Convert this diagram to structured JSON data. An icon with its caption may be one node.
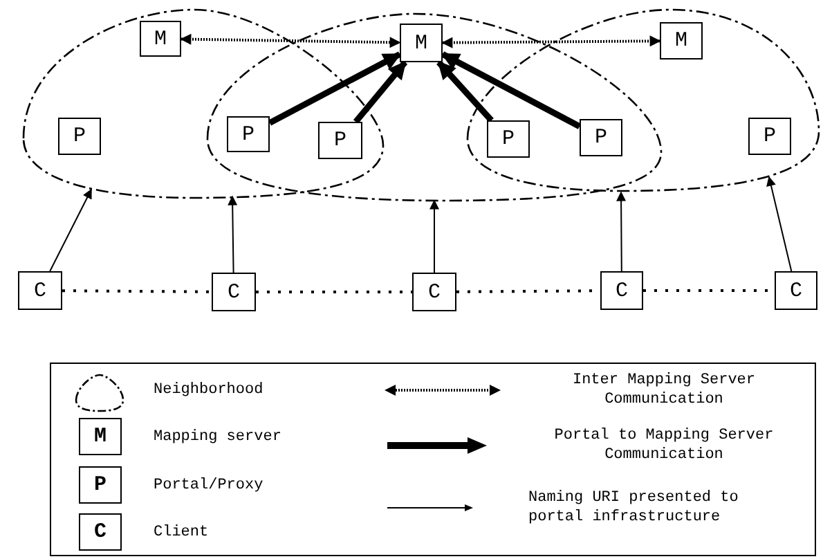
{
  "diagram": {
    "nodes": [
      {
        "text": [],
        "shape": "ellipse"
      },
      {
        "text": [],
        "shape": "ellipse"
      },
      {
        "text": [],
        "shape": "ellipse"
      },
      {
        "text": [
          "M"
        ],
        "in": 0
      },
      {
        "text": [
          "M"
        ],
        "in": 1
      },
      {
        "text": [
          "M"
        ],
        "in": 2
      },
      {
        "text": [
          "P"
        ],
        "in": 0
      },
      {
        "text": [
          "P"
        ]
      },
      {
        "text": [
          "P"
        ]
      },
      {
        "text": [
          "P"
        ]
      },
      {
        "text": [
          "P"
        ]
      },
      {
        "text": [
          "P"
        ],
        "in": 2
      },
      {
        "text": [
          "C"
        ]
      },
      {
        "text": [
          "C"
        ]
      },
      {
        "text": [
          "C"
        ]
      },
      {
        "text": [
          "C"
        ]
      },
      {
        "text": [
          "C"
        ]
      }
    ],
    "edges": [
      {
        "from": 3,
        "to": 4,
        "arrow": "both",
        "style": "dashed"
      },
      {
        "from": 4,
        "to": 5,
        "arrow": "both",
        "style": "dashed"
      },
      {
        "from": 7,
        "to": 4,
        "arrow": "to",
        "style": "thick"
      },
      {
        "from": 8,
        "to": 4,
        "arrow": "to",
        "style": "thick"
      },
      {
        "from": 9,
        "to": 4,
        "arrow": "to",
        "style": "thick"
      },
      {
        "from": 10,
        "to": 4,
        "arrow": "to",
        "style": "thick"
      },
      {
        "from": 12,
        "to": 13,
        "arrow": "none",
        "style": "dashed"
      },
      {
        "from": 13,
        "to": 14,
        "arrow": "none",
        "style": "dashed"
      },
      {
        "from": 14,
        "to": 15,
        "arrow": "none",
        "style": "dashed"
      },
      {
        "from": 15,
        "to": 16,
        "arrow": "none",
        "style": "dashed"
      },
      {
        "from": 12,
        "to": 0,
        "arrow": "to"
      },
      {
        "from": 13,
        "to": 0,
        "arrow": "to"
      },
      {
        "from": 14,
        "to": 1,
        "arrow": "to"
      },
      {
        "from": 15,
        "to": 2,
        "arrow": "to"
      },
      {
        "from": 16,
        "to": 2,
        "arrow": "to"
      }
    ],
    "labels": [
      "M",
      "P",
      "C"
    ],
    "legend": [
      {
        "text": "Neighborhood"
      },
      {
        "text": "Mapping server"
      },
      {
        "text": "Portal/Proxy"
      },
      {
        "text": "Client"
      },
      {
        "text": "Inter Mapping Server Communication"
      },
      {
        "text": "Portal to Mapping Server Communication"
      },
      {
        "text": "Naming URI presented to portal infrastructure"
      }
    ]
  }
}
